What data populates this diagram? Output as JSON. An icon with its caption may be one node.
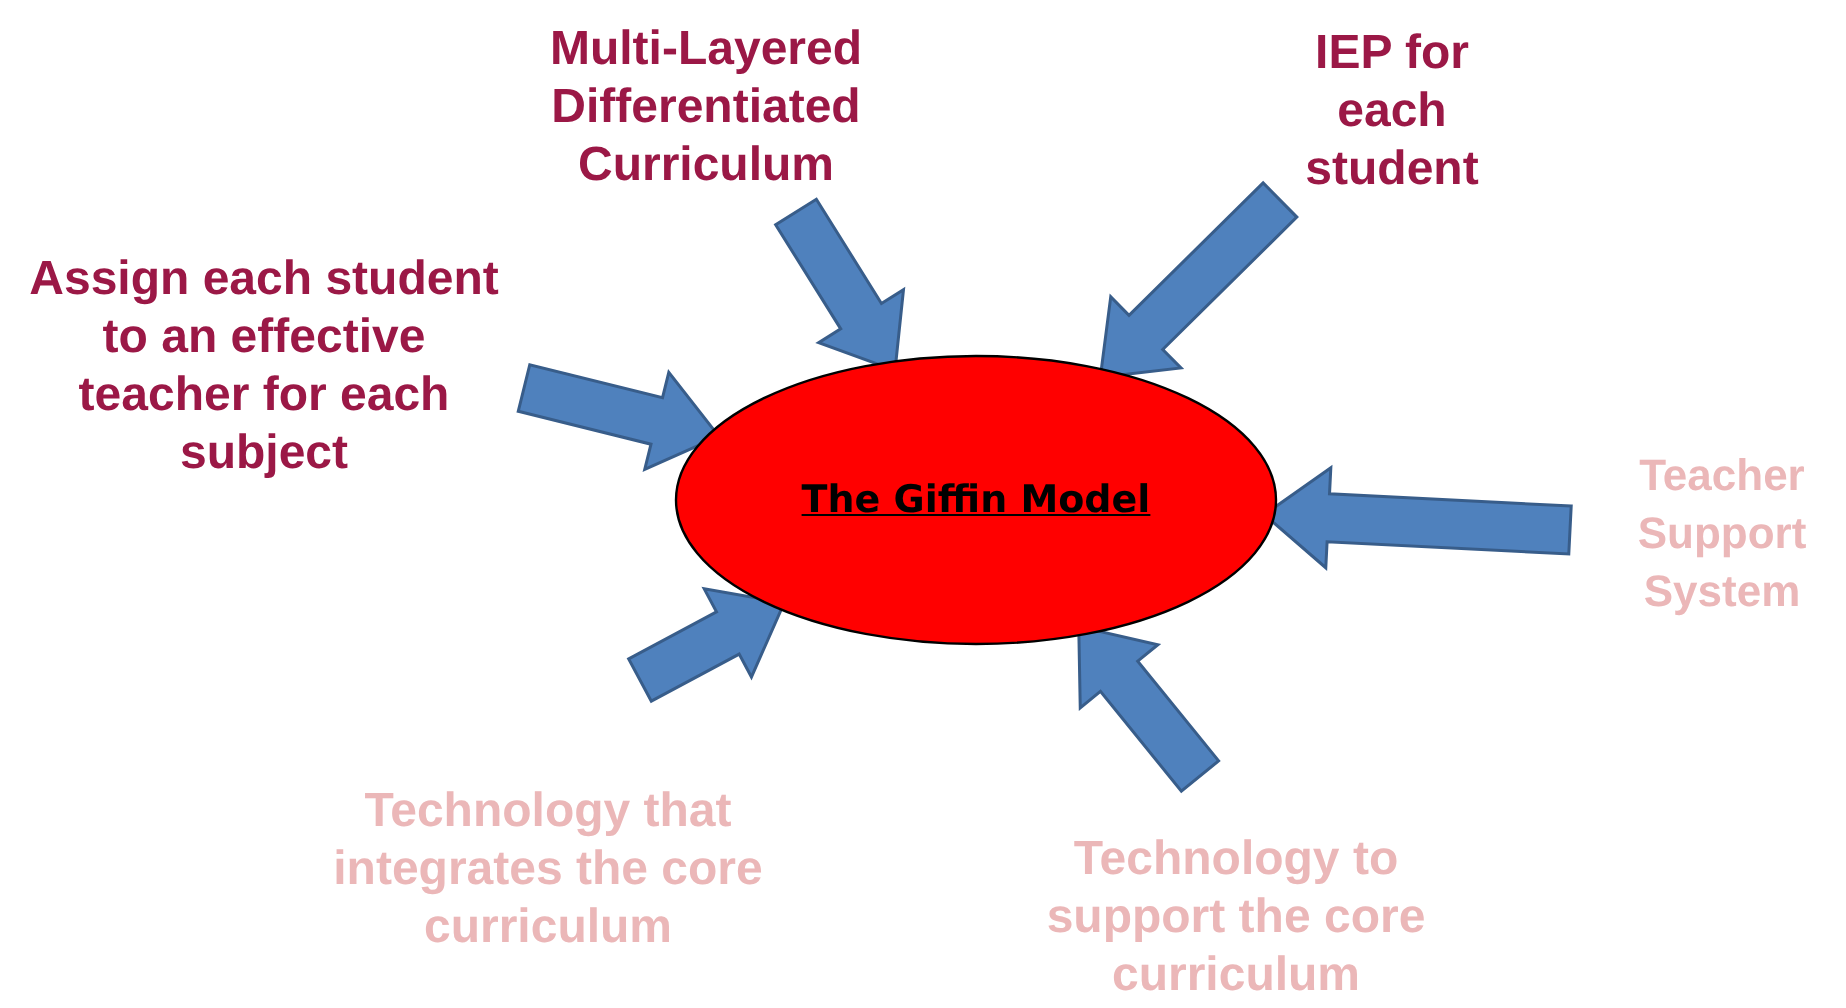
{
  "diagram": {
    "nodes": [
      {
        "text": [
          "The Giffin Model"
        ]
      },
      {
        "text": [
          "Multi-Layered Differentiated Curriculum"
        ]
      },
      {
        "text": [
          "IEP for each student"
        ]
      },
      {
        "text": [
          "Assign each student to an effective teacher for each subject"
        ]
      },
      {
        "text": [
          "Teacher Support System"
        ]
      },
      {
        "text": [
          "Technology that integrates the core curriculum"
        ]
      },
      {
        "text": [
          "Technology to support the core curriculum"
        ]
      }
    ],
    "edges": [
      {
        "from": 1,
        "to": 0,
        "arrow": "to"
      },
      {
        "from": 2,
        "to": 0,
        "arrow": "to"
      },
      {
        "from": 3,
        "to": 0,
        "arrow": "to"
      },
      {
        "from": 4,
        "to": 0,
        "arrow": "to"
      },
      {
        "from": 5,
        "to": 0,
        "arrow": "to"
      },
      {
        "from": 6,
        "to": 0,
        "arrow": "to"
      }
    ]
  }
}
